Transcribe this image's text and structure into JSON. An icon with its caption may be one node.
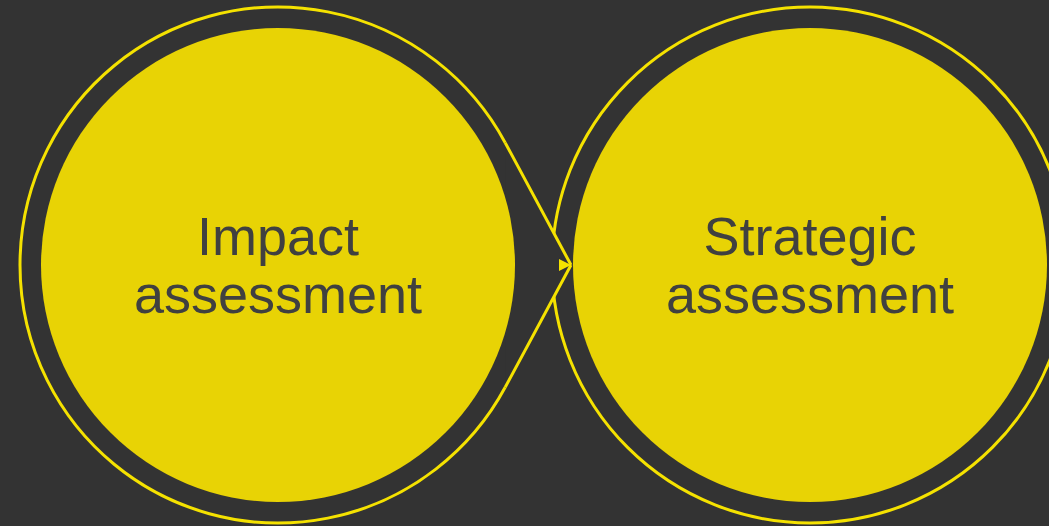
{
  "diagram": {
    "nodes": [
      {
        "text": [
          "Impact assessment"
        ]
      },
      {
        "text": [
          "Strategic assessment"
        ]
      }
    ],
    "edges": [
      {
        "from": 0,
        "to": 1,
        "arrow": "to"
      }
    ]
  }
}
